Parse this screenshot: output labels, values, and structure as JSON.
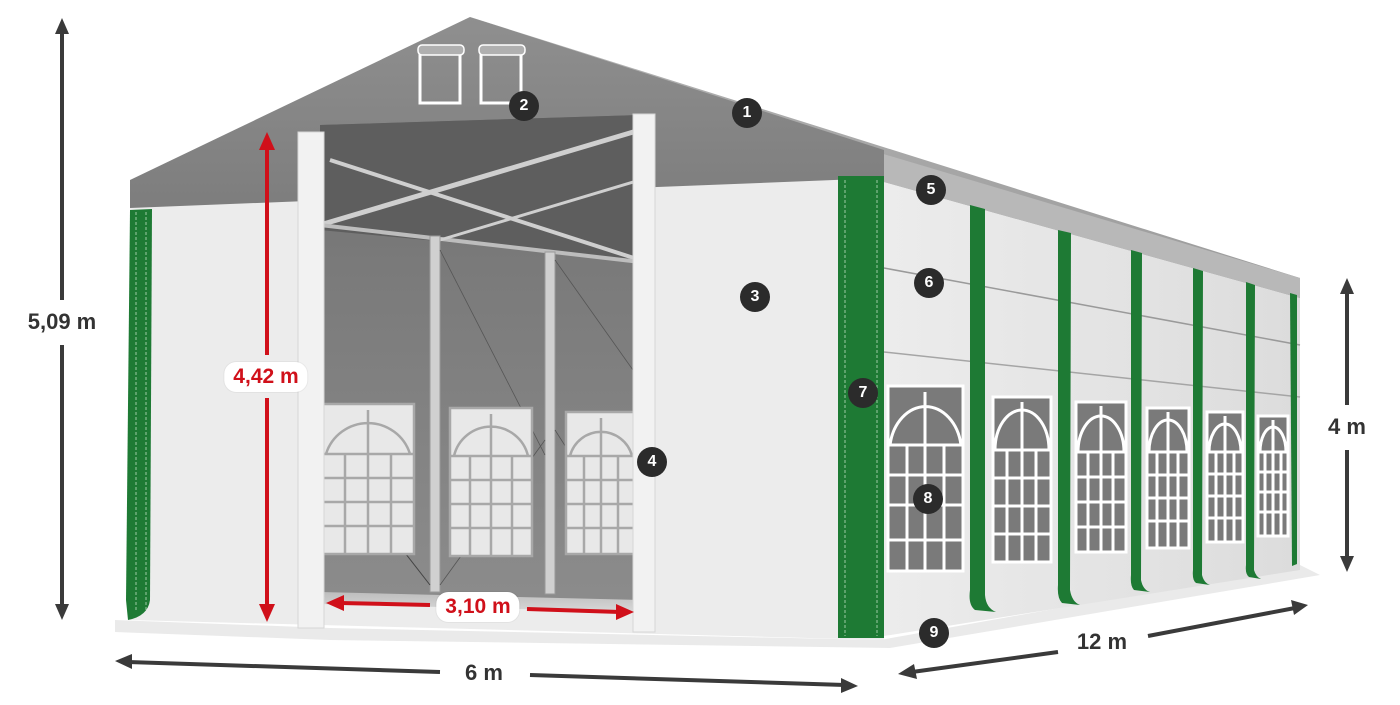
{
  "diagram": {
    "subject": "Storage tent with green straps, windows and open front gable",
    "colors": {
      "roof": "#8a8a8a",
      "wall": "#e9e9e9",
      "strap_green": "#1e7a34",
      "dimension_dark": "#3a3a3a",
      "dimension_red": "#d0101a",
      "marker_bg": "#2b2b2b"
    },
    "dimensions": {
      "total_height": "5,09 m",
      "door_height": "4,42 m",
      "door_width": "3,10 m",
      "side_height": "4 m",
      "width": "6 m",
      "length": "12 m"
    },
    "markers": [
      {
        "id": "1",
        "label": "1"
      },
      {
        "id": "2",
        "label": "2"
      },
      {
        "id": "3",
        "label": "3"
      },
      {
        "id": "4",
        "label": "4"
      },
      {
        "id": "5",
        "label": "5"
      },
      {
        "id": "6",
        "label": "6"
      },
      {
        "id": "7",
        "label": "7"
      },
      {
        "id": "8",
        "label": "8"
      },
      {
        "id": "9",
        "label": "9"
      }
    ]
  }
}
